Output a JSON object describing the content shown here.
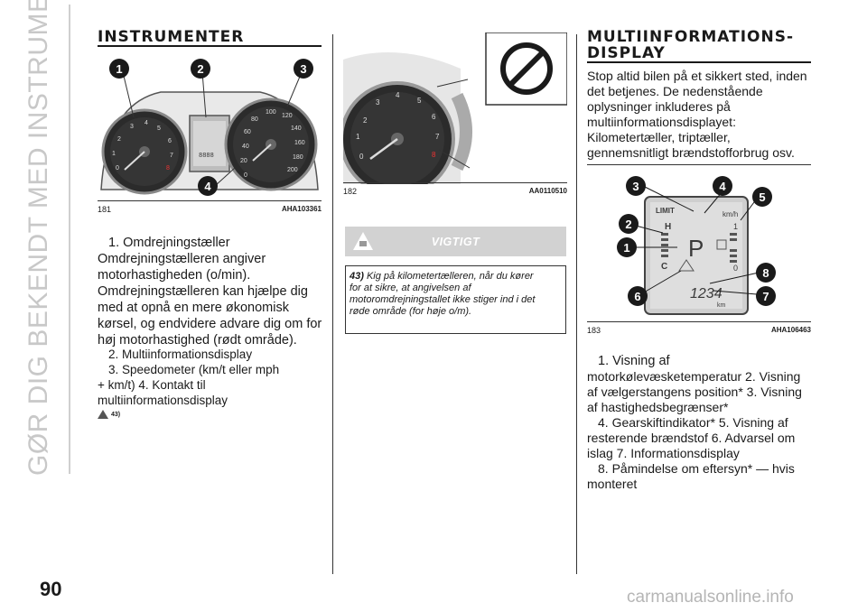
{
  "sidebar": {
    "title": "GØR DIG BEKENDT MED INSTRUMENTPANELET"
  },
  "page": {
    "number": "90",
    "watermark": "carmanualsonline.info"
  },
  "left": {
    "heading": "INSTRUMENTER",
    "figure": {
      "number": "181",
      "code": "AHA103361",
      "callouts": [
        "1",
        "2",
        "3",
        "4"
      ]
    },
    "lines": [
      "1. Omdrejningstæller",
      "Omdrejningstælleren angiver",
      "motorhastigheden (o/min).",
      "Omdrejningstælleren kan hjælpe dig",
      "med at opnå en mere økonomisk",
      "kørsel, og endvidere advare dig om for",
      "høj motorhastighed (rødt område).",
      "2. Multiinformationsdisplay",
      "3. Speedometer (km/t eller mph",
      "+ km/t)  4. Kontakt til",
      "multiinformationsdisplay"
    ],
    "ref": "43)"
  },
  "middle": {
    "figure": {
      "number": "182",
      "code": "AA0110510"
    },
    "warning_title": "VIGTIGT",
    "warning_num": "43)",
    "warning_lines": [
      "Kig på kilometertælleren, når du kører",
      "for at sikre, at angivelsen af",
      "motoromdrejningstallet ikke stiger ind i det",
      "røde område (for høje o/m)."
    ]
  },
  "right": {
    "heading_line1": "MULTIINFORMATIONS-",
    "heading_line2": "DISPLAY",
    "intro_lines": [
      "Stop altid bilen på et sikkert sted, inden",
      "det betjenes. De nedenstående",
      "oplysninger inkluderes på",
      "multiinformationsdisplayet:",
      "Kilometertæller, triptæller,",
      "gennemsnitligt brændstofforbrug osv."
    ],
    "figure": {
      "number": "183",
      "code": "AHA106463",
      "callouts": [
        "1",
        "2",
        "3",
        "4",
        "5",
        "6",
        "7",
        "8"
      ],
      "lcd": {
        "limit": "LIMIT",
        "unit_speed": "km/h",
        "h": "H",
        "c": "C",
        "gear": "P",
        "odo": "1234",
        "unit_km": "km",
        "one": "1",
        "zero": "0"
      }
    },
    "lines": [
      "1. Visning af",
      "motorkølevæsketemperatur  2. Visning",
      "af vælgerstangens position*  3. Visning",
      "af hastighedsbegrænser*",
      "4. Gearskiftindikator*  5. Visning af",
      "resterende brændstof  6. Advarsel om",
      "islag  7. Informationsdisplay",
      "8. Påmindelse om eftersyn* — hvis",
      "monteret"
    ]
  },
  "colors": {
    "text": "#1a1a1a",
    "sidebar": "#c8c8c8",
    "warning_bar": "#d2d2d2",
    "watermark": "#b5b5b5"
  }
}
